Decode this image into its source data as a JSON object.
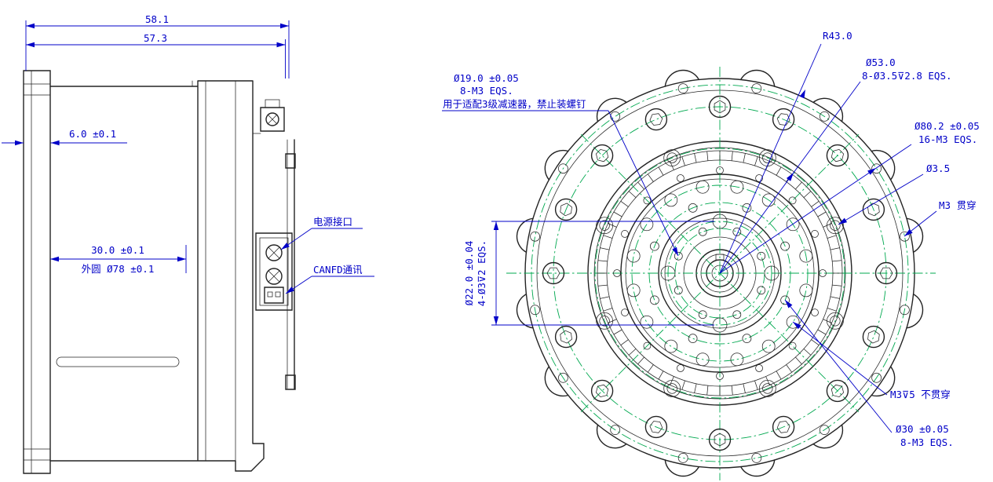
{
  "colors": {
    "line": "#232323",
    "dimension": "#0000c8",
    "centerline": "#00a84f",
    "background": "#ffffff"
  },
  "side_view": {
    "overall_width": "58.1",
    "body_width": "57.3",
    "flange_thickness": "6.0 ±0.1",
    "body_depth": "30.0 ±0.1",
    "outer_circle": "外圆 Ø78 ±0.1",
    "power_label": "电源接口",
    "canfd_label": "CANFD通讯"
  },
  "front_view": {
    "radius_r43": "R43.0",
    "d53": "Ø53.0",
    "d53_holes": "8-Ø3.5⊽2.8 EQS.",
    "d19": "Ø19.0 ±0.05",
    "d19_holes": "8-M3 EQS.",
    "d19_note": "用于适配3级减速器，禁止装螺钉",
    "d80": "Ø80.2 ±0.05",
    "d80_holes": "16-M3 EQS.",
    "d3_5": "Ø3.5",
    "m3_through": "M3 贯穿",
    "d22": "Ø22.0 ±0.04",
    "d22_holes": "4-Ø3⊽2 EQS.",
    "m3_blind": "M3⊽5 不贯穿",
    "d30": "Ø30 ±0.05",
    "d30_holes": "8-M3 EQS."
  }
}
